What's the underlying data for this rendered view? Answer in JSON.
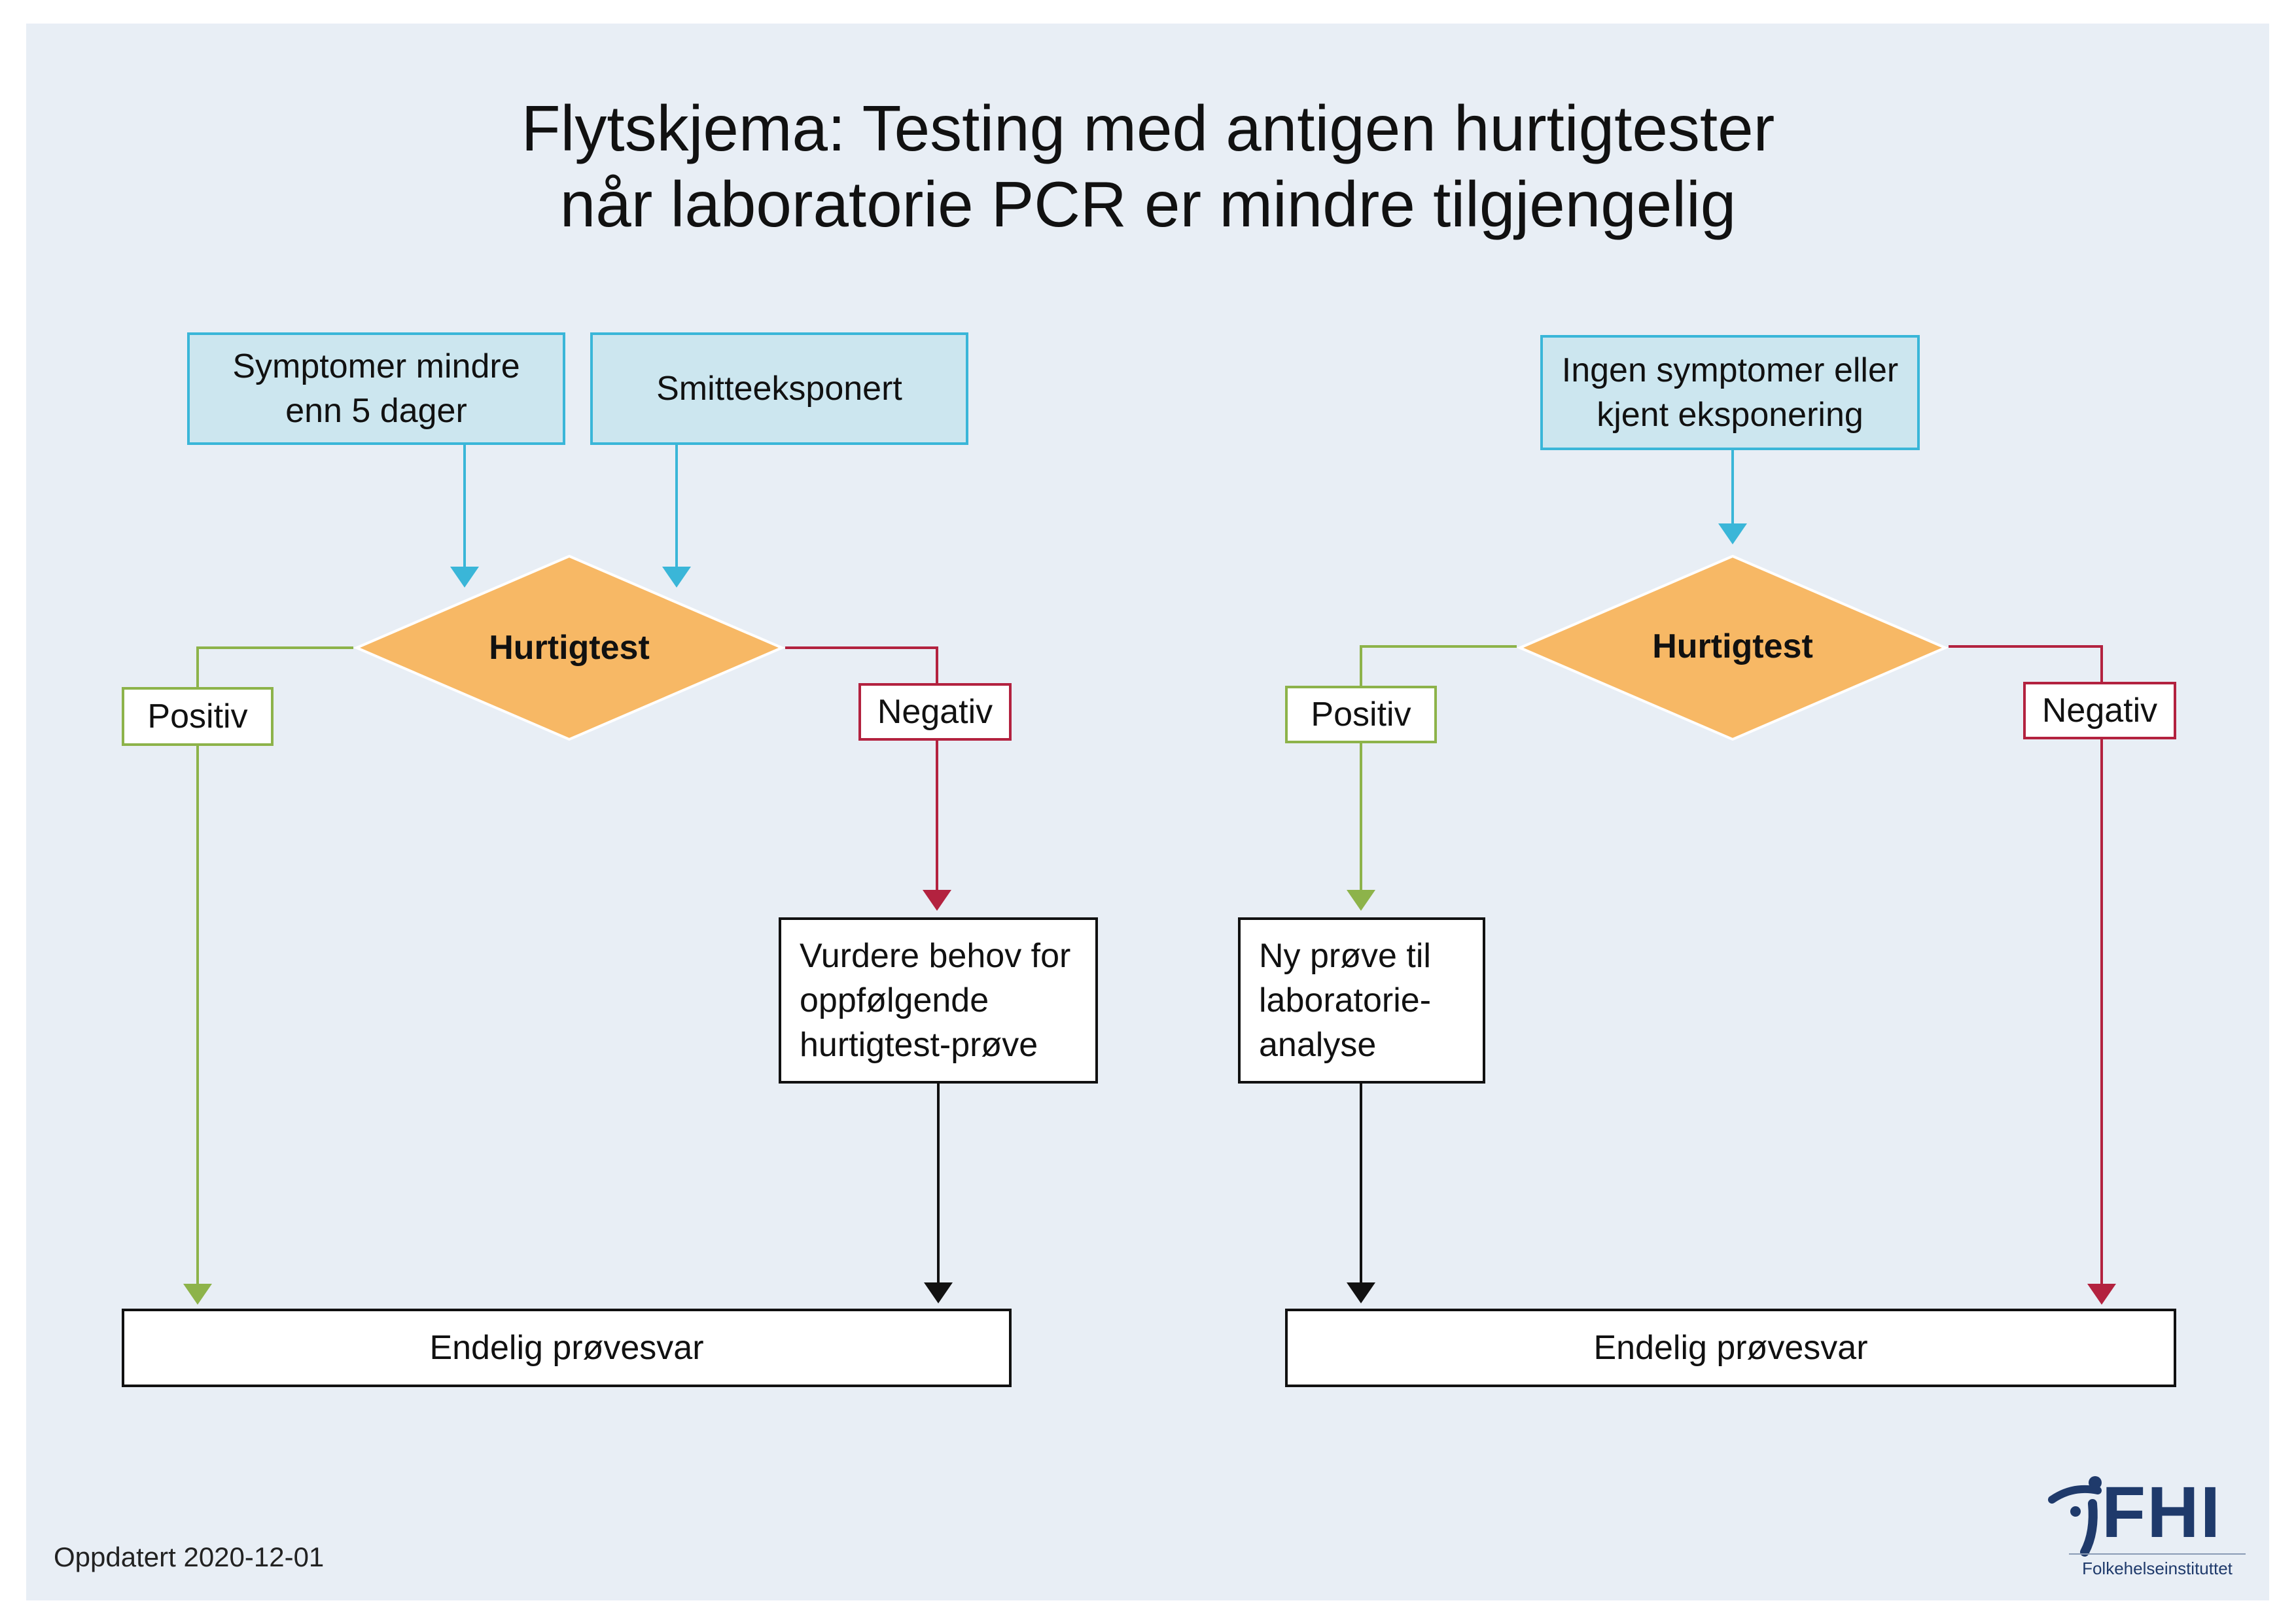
{
  "title": {
    "line1": "Flytskjema: Testing med antigen hurtigtester",
    "line2": "når laboratorie PCR er mindre tilgjengelig"
  },
  "left_flow": {
    "input1": {
      "line1": "Symptomer mindre",
      "line2": "enn 5 dager"
    },
    "input2": "Smitteeksponert",
    "decision": "Hurtigtest",
    "positive_label": "Positiv",
    "negative_label": "Negativ",
    "negative_step": {
      "line1": "Vurdere behov for",
      "line2": "oppfølgende",
      "line3": "hurtigtest-prøve"
    },
    "result": "Endelig prøvesvar"
  },
  "right_flow": {
    "input": {
      "line1": "Ingen symptomer eller",
      "line2": "kjent eksponering"
    },
    "decision": "Hurtigtest",
    "positive_label": "Positiv",
    "negative_label": "Negativ",
    "positive_step": {
      "line1": "Ny prøve til",
      "line2": "laboratorie-",
      "line3": "analyse"
    },
    "result": "Endelig prøvesvar"
  },
  "footer": {
    "updated": "Oppdatert 2020-12-01"
  },
  "logo": {
    "wordmark": "FHI",
    "subtitle": "Folkehelseinstituttet"
  },
  "colors": {
    "background": "#e8eef5",
    "input_fill": "#cce6ef",
    "input_border": "#3ab6d8",
    "decision_fill": "#f7b865",
    "positive": "#8db34a",
    "negative": "#b3223f",
    "neutral": "#111111",
    "logo": "#1f3a6b"
  }
}
